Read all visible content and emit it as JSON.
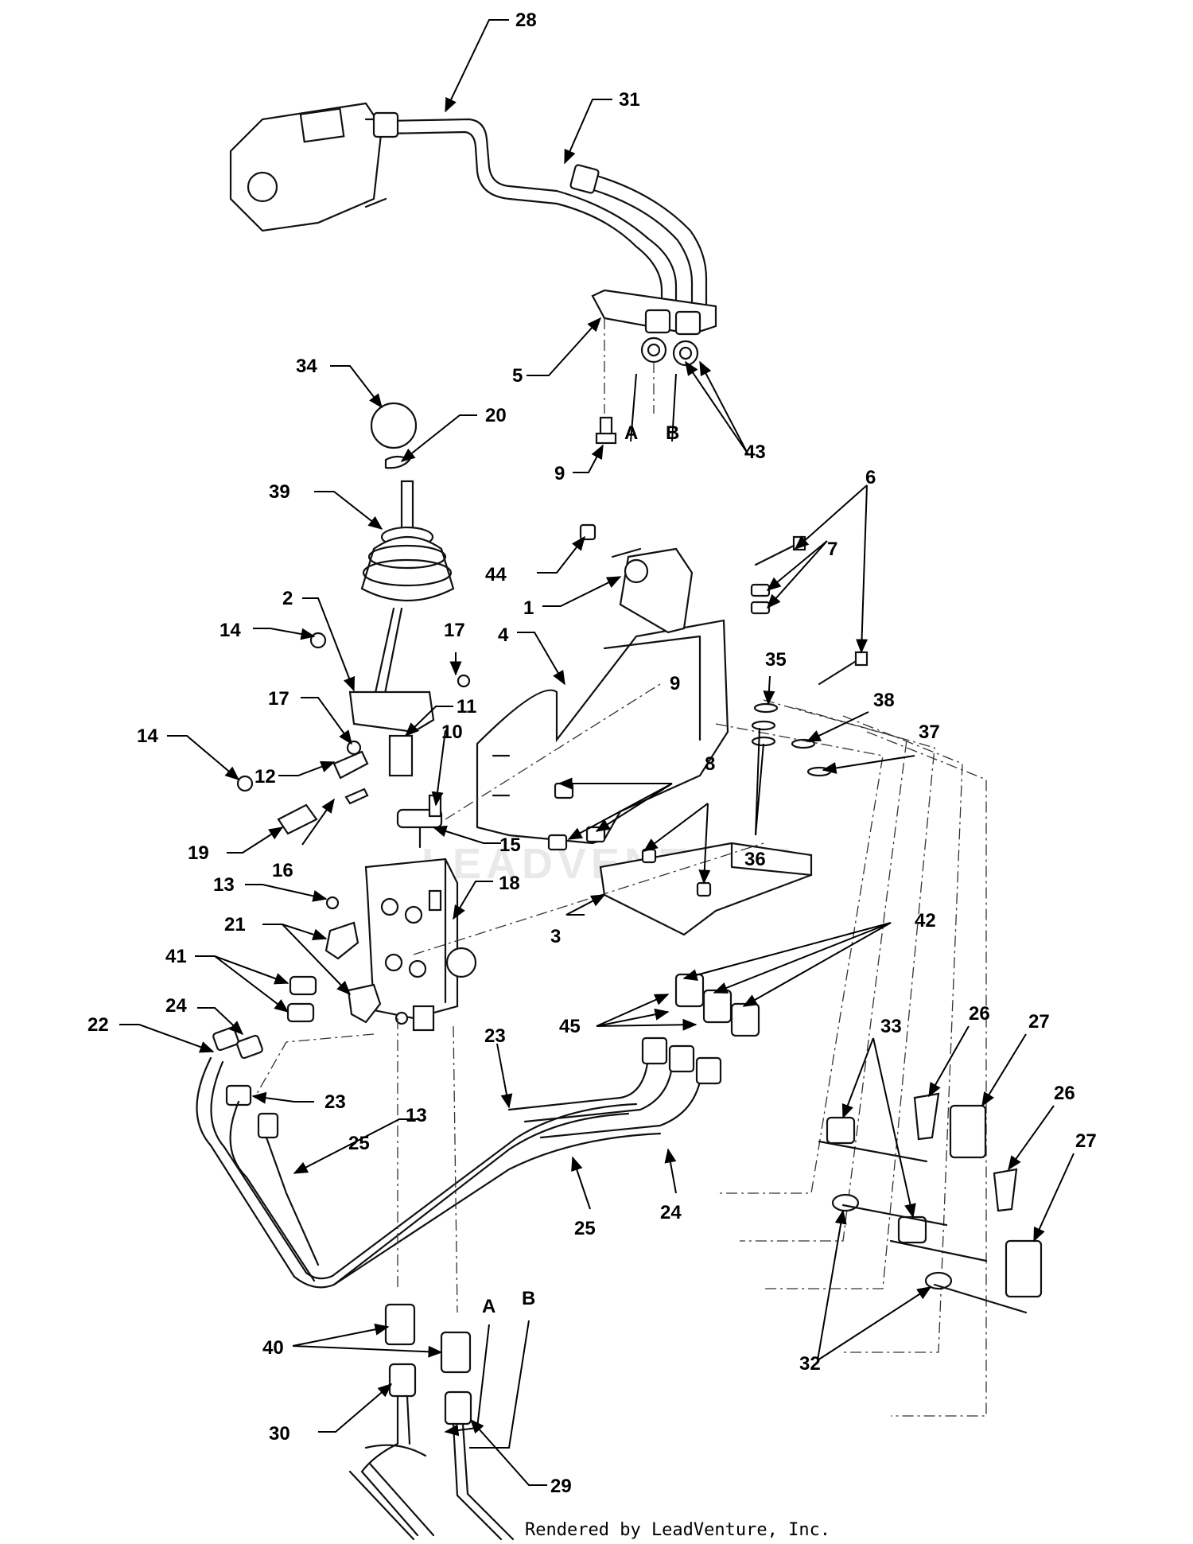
{
  "diagram": {
    "credit": "Rendered by LeadVenture, Inc.",
    "watermark": "LEADVENTURE",
    "port_labels": {
      "a_top": "A",
      "b_top": "B",
      "a_bottom": "A",
      "b_bottom": "B"
    },
    "callouts": {
      "c1": "1",
      "c2": "2",
      "c3": "3",
      "c4": "4",
      "c5": "5",
      "c6": "6",
      "c7": "7",
      "c8": "8",
      "c9a": "9",
      "c9b": "9",
      "c10": "10",
      "c11": "11",
      "c12": "12",
      "c13a": "13",
      "c13b": "13",
      "c14a": "14",
      "c14b": "14",
      "c15": "15",
      "c16": "16",
      "c17a": "17",
      "c17b": "17",
      "c18": "18",
      "c19": "19",
      "c20": "20",
      "c21": "21",
      "c22": "22",
      "c23a": "23",
      "c23b": "23",
      "c24a": "24",
      "c24b": "24",
      "c25a": "25",
      "c25b": "25",
      "c26a": "26",
      "c26b": "26",
      "c27a": "27",
      "c27b": "27",
      "c28": "28",
      "c29": "29",
      "c30": "30",
      "c31": "31",
      "c32": "32",
      "c33": "33",
      "c34": "34",
      "c35": "35",
      "c36": "36",
      "c37": "37",
      "c38": "38",
      "c39": "39",
      "c40": "40",
      "c41": "41",
      "c42": "42",
      "c43": "43",
      "c44": "44",
      "c45": "45"
    }
  }
}
